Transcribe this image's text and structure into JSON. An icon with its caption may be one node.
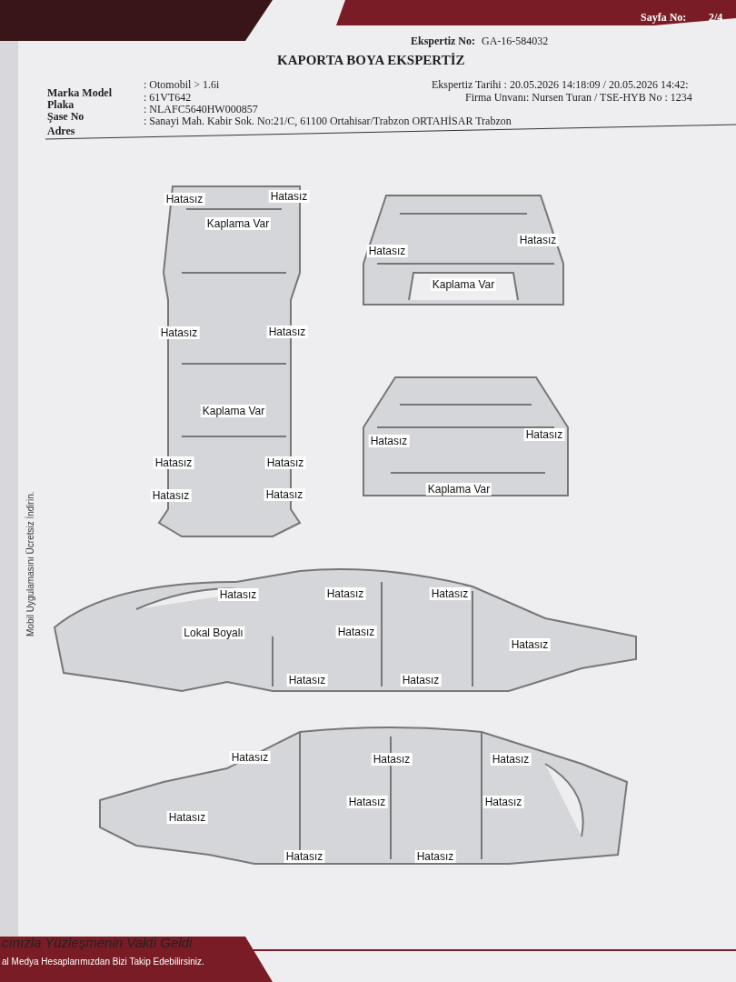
{
  "diagram": {
    "title": "KAPORTA BOYA EKSPERTİZ",
    "labels": [
      "Ekspertiz No:",
      "GA-16-584032",
      "Sayfa No:",
      "2/4",
      "Marka Model",
      ": Otomobil > 1.6i",
      "Ekspertiz Tarihi : 20.05.2026 14:18:09 / 20.05.2026 14:42:",
      "Plaka",
      ": 61VT642",
      "Firma Unvanı: Nursen Turan / TSE-HYB No : 1234",
      "Şase No",
      ": NLAFC5640HW000857",
      "Adres",
      ": Sanayi Mah. Kabir Sok. No:21/C, 61100 Ortahisar/Trabzon ORTAHİSAR Trabzon",
      "Hatasız",
      "Hatasız",
      "Kaplama Var",
      "Hatasız",
      "Hatasız",
      "Kaplama Var",
      "Hatasız",
      "Hatasız",
      "Hatasız",
      "Hatasız",
      "Hatasız",
      "Hatasız",
      "Kaplama Var",
      "Hatasız",
      "Hatasız",
      "Kaplama Var",
      "Hatasız",
      "Hatasız",
      "Hatasız",
      "Lokal Boyalı",
      "Hatasız",
      "Hatasız",
      "Hatasız",
      "Hatasız",
      "Hatasız",
      "Hatasız",
      "Hatasız",
      "Hatasız",
      "Hatasız",
      "Hatasız",
      "Hatasız",
      "Hatasız",
      "Mobil Uygulamasını Ücretsiz İndirin.",
      "cınızla Yüzleşmenin Vakti Geldi",
      "al Medya Hesaplarımızdan Bizi Takip Edebilirsiniz."
    ]
  }
}
